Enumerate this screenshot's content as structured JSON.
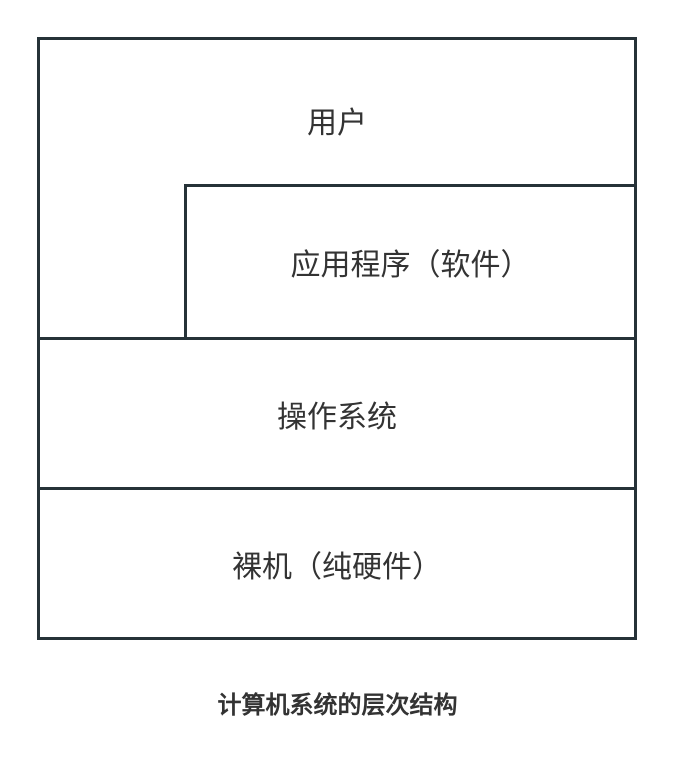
{
  "diagram": {
    "layers": [
      {
        "label": "用户"
      },
      {
        "label": "应用程序（软件）"
      },
      {
        "label": "操作系统"
      },
      {
        "label": "裸机（纯硬件）"
      }
    ],
    "line_color": "#263238",
    "text_color": "#333333"
  },
  "caption": "计算机系统的层次结构"
}
